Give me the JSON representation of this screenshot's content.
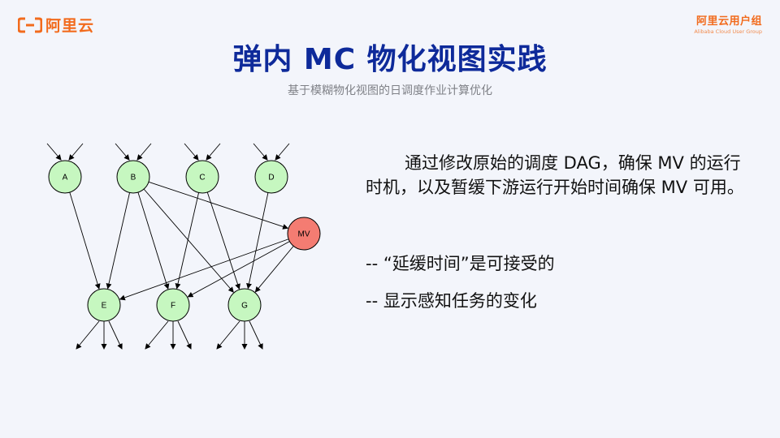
{
  "header": {
    "brand_left": "阿里云",
    "brand_right_name": "阿里云用户组",
    "brand_right_sub": "Alibaba Cloud User Group"
  },
  "title": "弹内 MC 物化视图实践",
  "subtitle": "基于模糊物化视图的日调度作业计算优化",
  "body": {
    "paragraph": "通过修改原始的调度 DAG，确保 MV 的运行时机，以及暂缓下游运行开始时间确保 MV 可用。",
    "bullet_1": "-- “延缓时间”是可接受的",
    "bullet_2": "-- 显示感知任务的变化"
  },
  "diagram": {
    "colors": {
      "node_fill": "#c6f7c0",
      "mv_fill": "#f47c72",
      "stroke": "#000000"
    },
    "nodes": [
      {
        "id": "A",
        "label": "A",
        "kind": "source"
      },
      {
        "id": "B",
        "label": "B",
        "kind": "source"
      },
      {
        "id": "C",
        "label": "C",
        "kind": "source"
      },
      {
        "id": "D",
        "label": "D",
        "kind": "source"
      },
      {
        "id": "MV",
        "label": "MV",
        "kind": "mv"
      },
      {
        "id": "E",
        "label": "E",
        "kind": "sink"
      },
      {
        "id": "F",
        "label": "F",
        "kind": "sink"
      },
      {
        "id": "G",
        "label": "G",
        "kind": "sink"
      }
    ],
    "edges": [
      [
        "A",
        "E"
      ],
      [
        "B",
        "E"
      ],
      [
        "B",
        "F"
      ],
      [
        "B",
        "G"
      ],
      [
        "B",
        "MV"
      ],
      [
        "C",
        "F"
      ],
      [
        "C",
        "G"
      ],
      [
        "D",
        "G"
      ],
      [
        "MV",
        "E"
      ],
      [
        "MV",
        "F"
      ],
      [
        "MV",
        "G"
      ]
    ]
  }
}
